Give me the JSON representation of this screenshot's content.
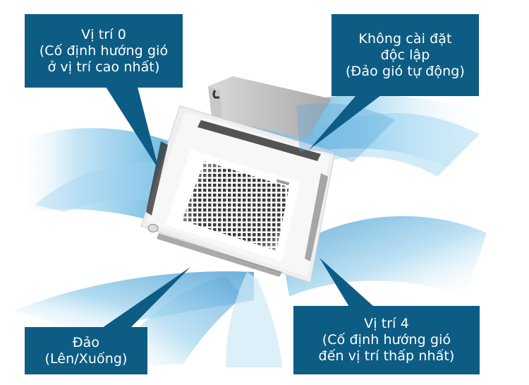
{
  "figure": {
    "subject": "ceiling cassette air conditioner airflow direction settings",
    "colors": {
      "callout_bg": "#0d5c84",
      "callout_text": "#ffffff",
      "airflow_light": "#d8eef9",
      "airflow_mid": "#8ccbea",
      "airflow_dark": "#5fa9d8",
      "background": "#ffffff"
    }
  },
  "callouts": {
    "top_left": {
      "lines": [
        "Vị trí 0",
        "(Cố định hướng gió",
        "ở vị trí cao nhất)"
      ]
    },
    "top_right": {
      "lines": [
        "Không cài đặt",
        "độc lập",
        "(Đảo gió tự động)"
      ]
    },
    "bottom_left": {
      "lines": [
        "Đảo",
        "(Lên/Xuống)"
      ]
    },
    "bottom_right": {
      "lines": [
        "Vị trí 4",
        "(Cố định hướng gió",
        "đến vị trí thấp nhất)"
      ]
    }
  }
}
